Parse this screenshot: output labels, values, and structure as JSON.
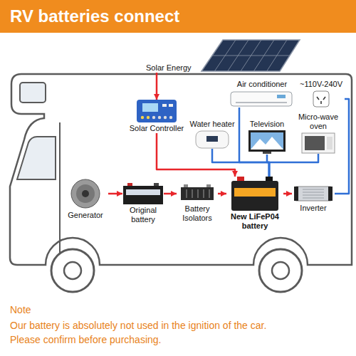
{
  "diagram": {
    "title": "RV batteries connect",
    "nodes": [
      {
        "text": [
          "Solar Energy"
        ]
      },
      {
        "text": [
          "Air conditioner"
        ]
      },
      {
        "text": [
          "~110V-240V"
        ]
      },
      {
        "text": [
          "Solar Controller"
        ]
      },
      {
        "text": [
          "Water heater"
        ]
      },
      {
        "text": [
          "Television"
        ]
      },
      {
        "text": [
          "Micro-wave oven"
        ]
      },
      {
        "text": [
          "Generator"
        ]
      },
      {
        "text": [
          "Original battery"
        ]
      },
      {
        "text": [
          "Battery Isolators"
        ]
      },
      {
        "text": [
          "New LiFeP04 battery"
        ]
      },
      {
        "text": [
          "Inverter"
        ]
      }
    ],
    "edges": [
      {
        "from": 0,
        "to": 3,
        "arrow": "to"
      },
      {
        "from": 3,
        "to": 10,
        "arrow": "to"
      },
      {
        "from": 7,
        "to": 8,
        "arrow": "to"
      },
      {
        "from": 8,
        "to": 9,
        "arrow": "to"
      },
      {
        "from": 9,
        "to": 10,
        "arrow": "to"
      },
      {
        "from": 10,
        "to": 11,
        "arrow": "to"
      },
      {
        "from": 10,
        "to": 1,
        "arrow": "none"
      },
      {
        "from": 10,
        "to": 4,
        "arrow": "none"
      },
      {
        "from": 10,
        "to": 5,
        "arrow": "none"
      },
      {
        "from": 10,
        "to": 6,
        "arrow": "none"
      },
      {
        "from": 11,
        "to": 2,
        "arrow": "none"
      }
    ],
    "labels": [
      "Note",
      "Our battery is absolutely not used in the ignition of the car.",
      "Please confirm before purchasing."
    ]
  }
}
